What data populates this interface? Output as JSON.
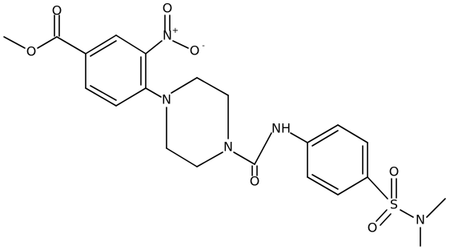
{
  "structure": {
    "atoms": {
      "ester_o_methyl": "O",
      "ester_o_carbonyl": "O",
      "nitro_n": "N",
      "nitro_n_charge": "+",
      "nitro_o_top": "O",
      "nitro_o_right": "O",
      "nitro_o_right_charge": "-",
      "piperazine_n_aryl": "N",
      "piperazine_n_urea": "N",
      "amide_nh": "NH",
      "urea_o": "O",
      "sulfonyl_s": "S",
      "sulfonyl_o_top": "O",
      "sulfonyl_o_bottom": "O",
      "sulfonamide_n": "N"
    }
  }
}
